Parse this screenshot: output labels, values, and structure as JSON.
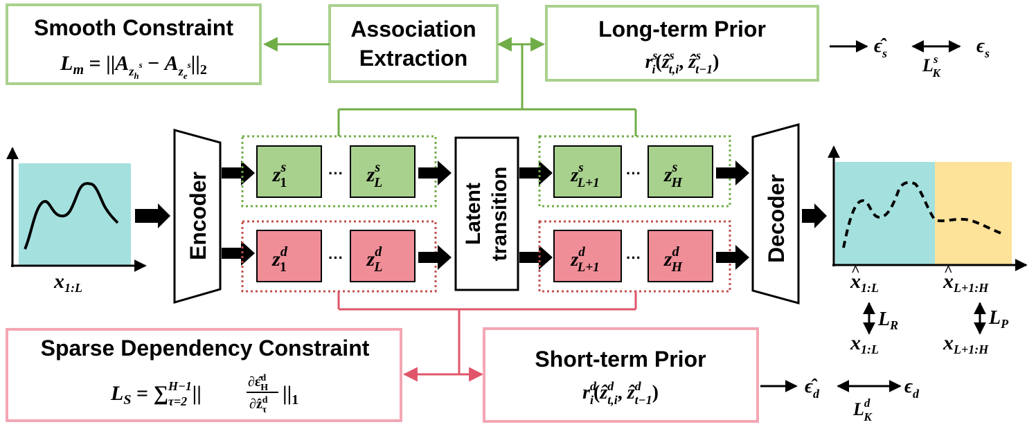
{
  "boxes": {
    "smooth_title": "Smooth Constraint",
    "assoc_line1": "Association",
    "assoc_line2": "Extraction",
    "long_title": "Long-term Prior",
    "sparse_title": "Sparse Dependency Constraint",
    "short_title": "Short-term Prior"
  },
  "blocks": {
    "encoder": "Encoder",
    "decoder": "Decoder",
    "latent_line1": "Latent",
    "latent_line2": "transition"
  },
  "math": {
    "input_label": "x",
    "input_sub": "1:L",
    "ellipsis": "···",
    "recon_hat": "x",
    "recon_sub": "1:L",
    "pred_hat": "x",
    "pred_sub": "L+1:H",
    "loss_r": "L",
    "loss_r_sub": "R",
    "loss_p": "L",
    "loss_p_sub": "P",
    "gt_recon": "x",
    "gt_recon_sub": "1:L",
    "gt_pred": "x",
    "gt_pred_sub": "L+1:H"
  },
  "colors": {
    "green_border": "#a9d18e",
    "green_fill": "#a9d18e",
    "green_dotted": "#70ad47",
    "red_border": "#f4a6b4",
    "red_fill": "#f08e98",
    "red_dotted": "#c0504d",
    "teal_fill": "#a4e1de",
    "yellow_fill": "#fde29a",
    "green_line": "#70ad47",
    "red_line": "#e0556a"
  }
}
